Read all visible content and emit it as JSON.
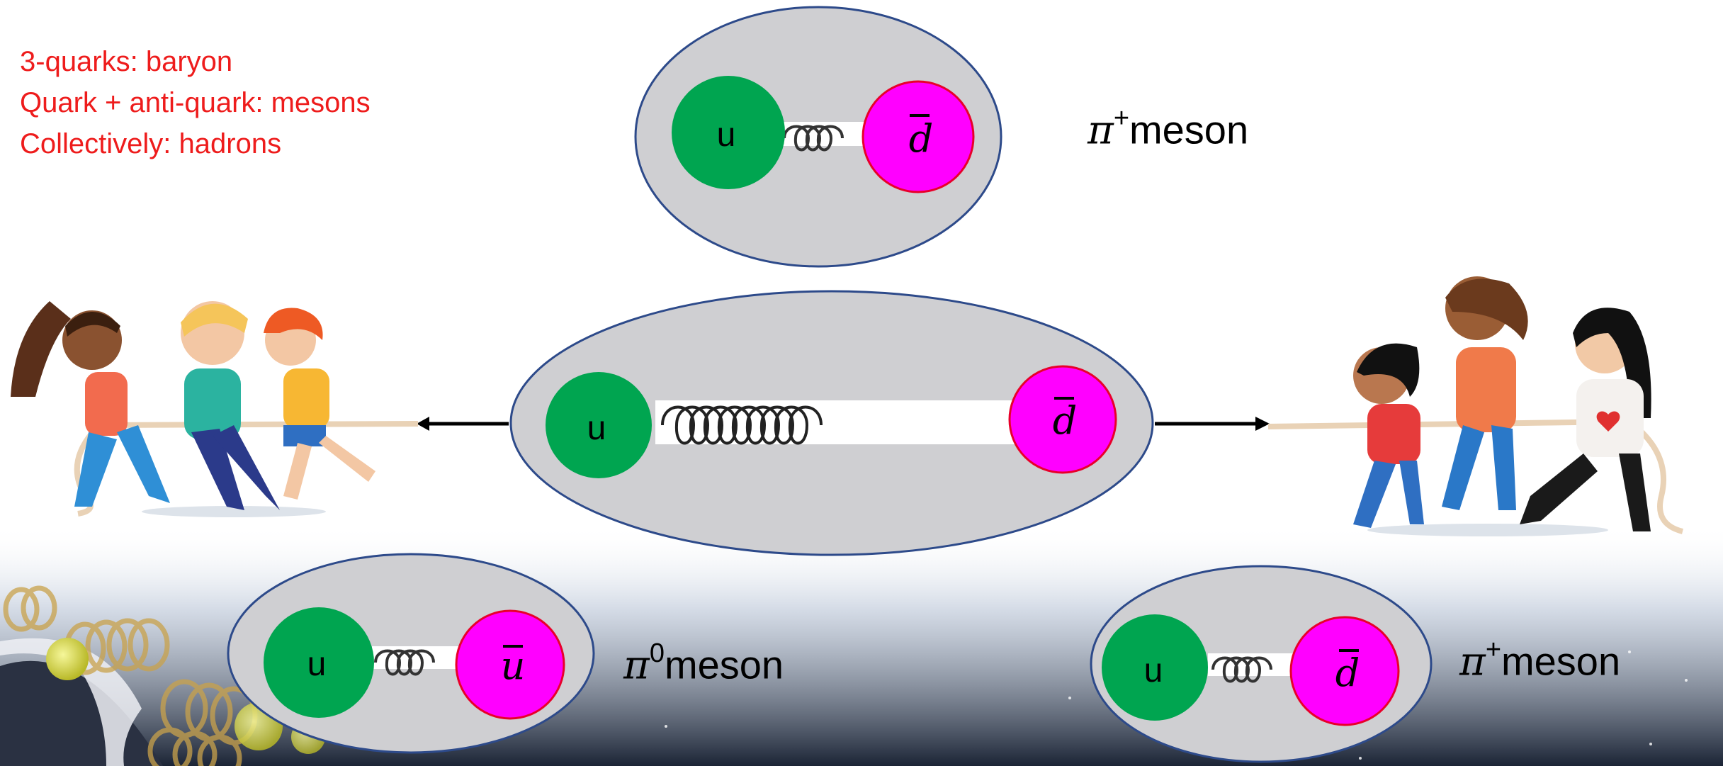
{
  "notes": {
    "line1": "3-quarks: baryon",
    "line2": "Quark + anti-quark: mesons",
    "line3": "Collectively: hadrons"
  },
  "mesons": {
    "top": {
      "quark": "u",
      "antiquark": "d",
      "symbol": "π",
      "charge": "+",
      "suffix": "meson"
    },
    "center": {
      "quark": "u",
      "antiquark": "d"
    },
    "bottom_left": {
      "quark": "u",
      "antiquark": "u",
      "symbol": "π",
      "charge": "0",
      "suffix": "meson"
    },
    "bottom_right": {
      "quark": "u",
      "antiquark": "d",
      "symbol": "π",
      "charge": "+",
      "suffix": "meson"
    }
  },
  "colors": {
    "quark_fill": "#00a550",
    "antiquark_fill": "#ff00ff",
    "antiquark_stroke": "#e8002a",
    "ellipse_fill": "#cfcfd2",
    "ellipse_stroke": "#2d4a8a",
    "note_text": "#ee1c1c",
    "background_dark": "#1f2a3d"
  },
  "icons": {
    "left_team": "kids-pulling-rope-left-illustration",
    "right_team": "kids-pulling-rope-right-illustration",
    "gluon": "gluon-spring-icon"
  }
}
